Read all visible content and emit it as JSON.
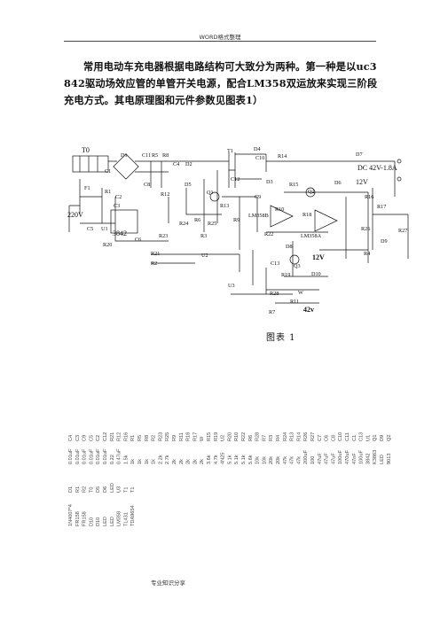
{
  "header": {
    "text": "WORD格式整理"
  },
  "paragraph": {
    "text": "常用电动车充电器根据电路结构可大致分为两种。第一种是以uc3842驱动场效应管的单管开关电源，配合LM358双运放来实现三阶段充电方式。其电原理图和元件参数见图表1）"
  },
  "schematic": {
    "labels": {
      "T0": "T0",
      "D1": "D1",
      "C11": "C11",
      "R5": "R5",
      "R8": "R8",
      "C4": "C4",
      "T1": "T1",
      "D4": "D4",
      "C10": "C10",
      "R14": "R14",
      "D7": "D7",
      "output": "DC 42V-1.8A",
      "D2": "D2",
      "C12": "C12",
      "D3": "D3",
      "R15": "R15",
      "D6": "D6",
      "v12top": "12V",
      "C1": "C1",
      "C8": "C8",
      "R12": "R12",
      "D5": "D5",
      "Q1": "Q1",
      "C9": "C9",
      "Q2": "Q2",
      "R16": "R16",
      "R1": "R1",
      "C2": "C2",
      "R10": "R10",
      "R17": "R17",
      "v220": "220V",
      "F1": "F1",
      "C3": "C3",
      "R24": "R24",
      "R13": "R13",
      "R9": "R9",
      "LM358B": "LM358B",
      "R18": "R18",
      "R6": "R6",
      "C5": "C5",
      "U1": "U1",
      "ic3842": "3842",
      "R25": "R25",
      "R26": "R26",
      "R27": "R27",
      "R23": "R23",
      "C6": "C6",
      "R3": "R3",
      "R22": "R22",
      "LM358A": "LM358A",
      "R20": "R20",
      "D8": "D8",
      "D9": "D9",
      "v12mid": "12V",
      "R21": "R21",
      "R2": "R2",
      "U2": "U2",
      "C13": "C13",
      "Q3": "Q3",
      "R4": "R4",
      "R19": "R19",
      "D10": "D10",
      "U3": "U3",
      "R28": "R28",
      "W": "W",
      "R7": "R7",
      "R11": "R11",
      "v42": "42v"
    }
  },
  "caption": {
    "text": "图表 1"
  },
  "parts_list": {
    "refs": [
      "C4",
      "C3",
      "C9",
      "C5",
      "C2",
      "C12",
      "R21",
      "R12",
      "R16",
      "R1",
      "R5",
      "R8",
      "R2",
      "R23",
      "R25",
      "R9",
      "R11",
      "R18",
      "R17",
      "W",
      "R15",
      "R19",
      "U2",
      "R20",
      "R10",
      "R22",
      "R6",
      "R28",
      "R7",
      "R3",
      "R4",
      "R24",
      "R13",
      "R14",
      "R26",
      "R27",
      "C7",
      "C6",
      "C8",
      "C10",
      "C11",
      "C1",
      "C13",
      "U1",
      "Q1",
      "D9",
      "Q2"
    ],
    "values": [
      "0.01uF",
      "0.01uF",
      "0.01uF",
      "0.01uF",
      "0.01uF",
      "0.01uF",
      "0.22",
      "0.47uF",
      "1.5k",
      "1k",
      "1k",
      "1k",
      "1k",
      "2.2k",
      "2.7k",
      "2k",
      "2k",
      "2k",
      "2k",
      "2k",
      "3.6k",
      "4.7k",
      "4N25",
      "5.1k",
      "5.1k",
      "5.1k",
      "5.6k",
      "10k",
      "10k",
      "20k",
      "20k",
      "47k",
      "47k",
      "47k",
      "200uF",
      "100",
      "47uF",
      "47uF",
      "47uF",
      "100uF",
      "470uF",
      "47nF",
      "100uF",
      "3842",
      "K3863",
      "LED",
      "9013"
    ],
    "parts_refs": [
      "D1",
      "R1",
      "R2",
      "T0",
      "D5",
      "D6",
      "LED",
      "U3",
      "T1",
      "T1"
    ],
    "parts_values": [
      "1N4007*4",
      "FR158",
      "FR158",
      "D10",
      "D10",
      "LED",
      "LED",
      "LM358",
      "TL431",
      "TDA9654"
    ]
  },
  "footer": {
    "text": "专业知识分享"
  }
}
